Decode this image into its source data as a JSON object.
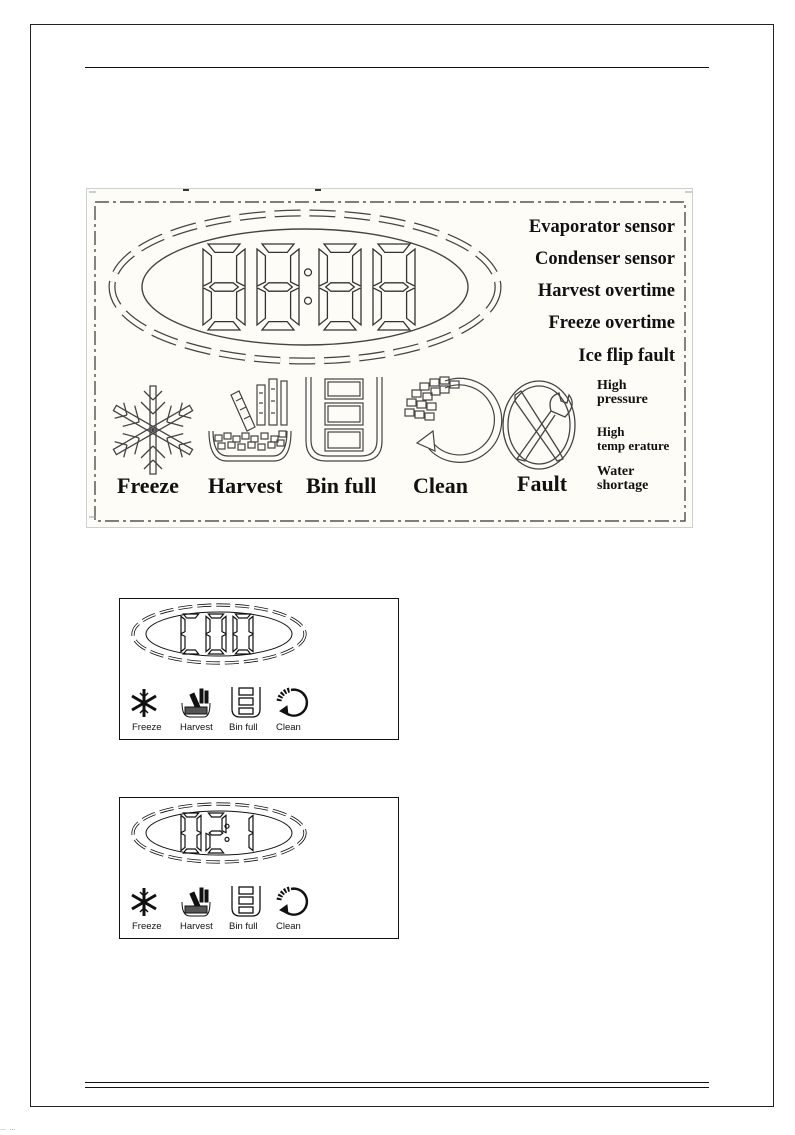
{
  "main_display": {
    "digits": "88:88",
    "fault_labels": [
      "Evaporator sensor",
      "Condenser sensor",
      "Harvest overtime",
      "Freeze overtime",
      "Ice flip fault"
    ],
    "alarm_labels": {
      "high_pressure": [
        "High",
        "pressure"
      ],
      "high_temperature": [
        "High",
        "temp erature"
      ],
      "water_shortage": [
        "Water",
        "shortage"
      ]
    },
    "icon_labels": {
      "freeze": "Freeze",
      "harvest": "Harvest",
      "bin_full": "Bin full",
      "clean": "Clean",
      "fault": "Fault"
    }
  },
  "example_displays": [
    {
      "digits": "C00",
      "labels": {
        "freeze": "Freeze",
        "harvest": "Harvest",
        "bin_full": "Bin full",
        "clean": "Clean"
      }
    },
    {
      "digits": "0:21",
      "labels": {
        "freeze": "Freeze",
        "harvest": "Harvest",
        "bin_full": "Bin full",
        "clean": "Clean"
      }
    }
  ],
  "footer": {
    "mark": "… …"
  }
}
